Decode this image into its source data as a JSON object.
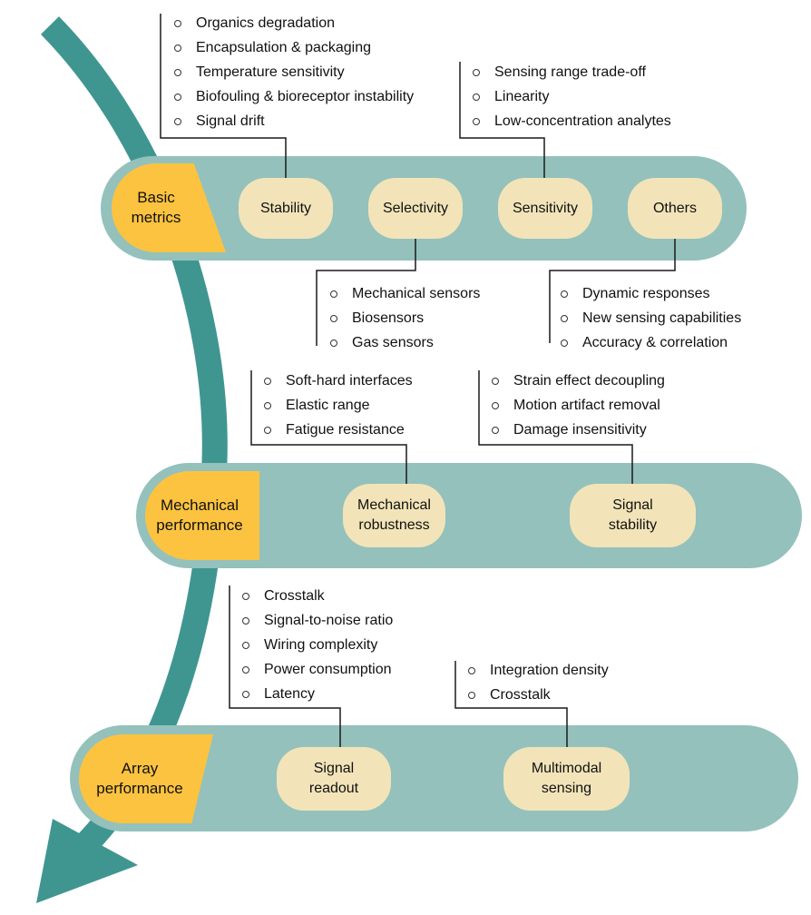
{
  "colors": {
    "arrow": "#3f9690",
    "tier_band": "#94c1bc",
    "tier_label": "#fcc340",
    "pill": "#f2e4b8",
    "connector": "#1a1a1a"
  },
  "tiers": [
    {
      "label": "Basic\nmetrics",
      "metrics": [
        {
          "label": "Stability",
          "details": [
            "Organics degradation",
            "Encapsulation & packaging",
            "Temperature sensitivity",
            "Biofouling & bioreceptor instability",
            "Signal drift"
          ]
        },
        {
          "label": "Selectivity",
          "details": [
            "Mechanical sensors",
            "Biosensors",
            "Gas sensors"
          ]
        },
        {
          "label": "Sensitivity",
          "details": [
            "Sensing range trade-off",
            "Linearity",
            "Low-concentration analytes"
          ]
        },
        {
          "label": "Others",
          "details": [
            "Dynamic responses",
            "New sensing capabilities",
            "Accuracy & correlation"
          ]
        }
      ]
    },
    {
      "label": "Mechanical\nperformance",
      "metrics": [
        {
          "label": "Mechanical\nrobustness",
          "details": [
            "Soft-hard interfaces",
            "Elastic range",
            "Fatigue resistance"
          ]
        },
        {
          "label": "Signal\nstability",
          "details": [
            "Strain effect decoupling",
            "Motion artifact removal",
            "Damage insensitivity"
          ]
        }
      ]
    },
    {
      "label": "Array\nperformance",
      "metrics": [
        {
          "label": "Signal\nreadout",
          "details": [
            "Crosstalk",
            "Signal-to-noise ratio",
            "Wiring complexity",
            "Power consumption",
            "Latency"
          ]
        },
        {
          "label": "Multimodal\nsensing",
          "details": [
            "Integration density",
            "Crosstalk"
          ]
        }
      ]
    }
  ]
}
